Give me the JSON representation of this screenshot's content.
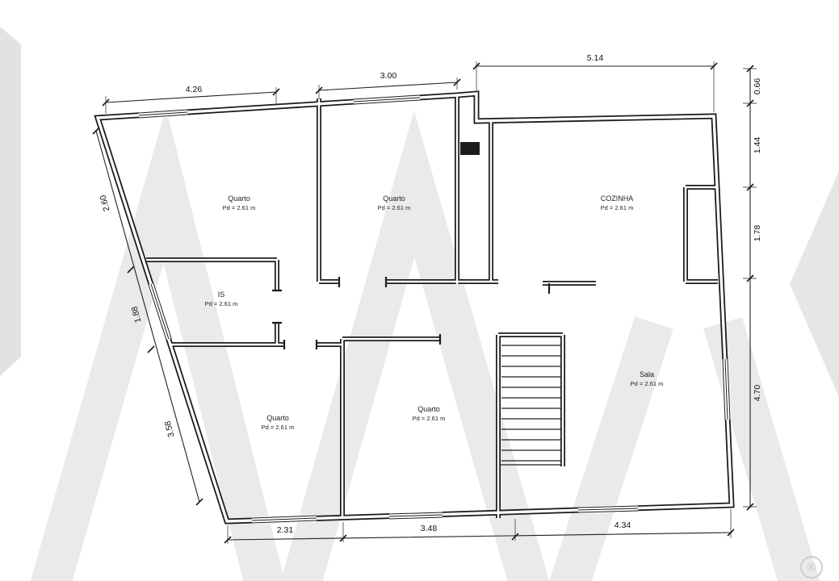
{
  "plan": {
    "rooms": [
      {
        "name": "Quarto",
        "pd": "Pd = 2.61 m"
      },
      {
        "name": "Quarto",
        "pd": "Pd = 2.61 m"
      },
      {
        "name": "COZINHA",
        "pd": "Pd = 2.61 m"
      },
      {
        "name": "IS",
        "pd": "Pd = 2.61 m"
      },
      {
        "name": "Quarto",
        "pd": "Pd = 2.61 m"
      },
      {
        "name": "Quarto",
        "pd": "Pd = 2.61 m"
      },
      {
        "name": "Sala",
        "pd": "Pd = 2.61 m"
      }
    ],
    "dimensions": {
      "top": [
        "4.26",
        "3.00",
        "5.14"
      ],
      "right": [
        "0.66",
        "1.44",
        "1.78",
        "4.70"
      ],
      "left": [
        "2.60",
        "1.88",
        "3.58"
      ],
      "bottom": [
        "2.31",
        "3.48",
        "4.34"
      ]
    },
    "colors": {
      "wall": "#1c1c1c",
      "watermark": "#eaeaea",
      "watermark_edge": "#e2e2e2"
    },
    "watermark": {
      "registered": "®"
    }
  }
}
